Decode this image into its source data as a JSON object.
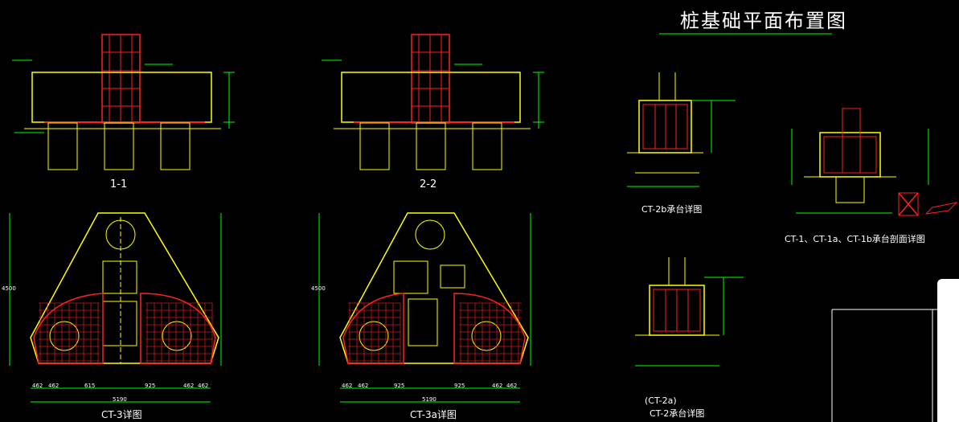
{
  "drawing": {
    "title": "桩基础平面布置图",
    "labels": {
      "sec_1_1": "1-1",
      "sec_2_2": "2-2",
      "ct3": "CT-3详图",
      "ct3a": "CT-3a详图",
      "ct2b": "CT-2b承台详图",
      "ct1": "CT-1、CT-1a、CT-1b承台剖面详图",
      "ct2a": "(CT-2a)",
      "ct2": "CT-2承台详图"
    },
    "dims": {
      "d462": "462",
      "d615": "615",
      "d925": "925",
      "d5190": "5190",
      "d4500": "4500"
    },
    "colors": {
      "outline": "#ffff00",
      "rebar": "#ff2020",
      "dim": "#00ff00",
      "text": "#ffffff",
      "accent": "#00aaff",
      "magenta": "#ff00ff"
    }
  }
}
